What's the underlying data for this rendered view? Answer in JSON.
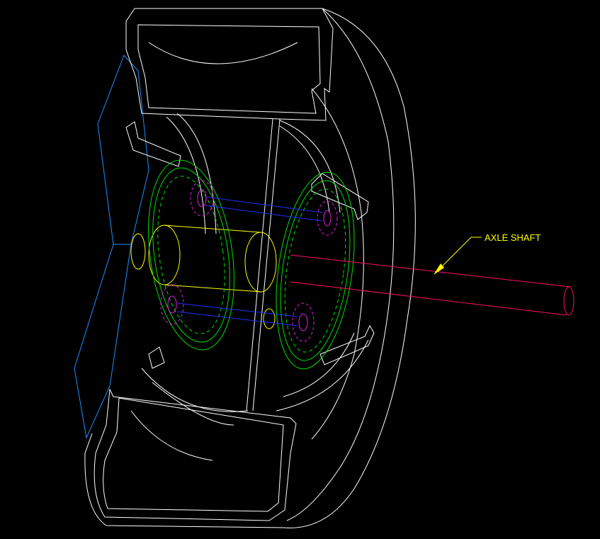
{
  "diagram": {
    "background": "#000000",
    "colors": {
      "wheel": "#ffffff",
      "frame": "#1e90ff",
      "ring_gear": "#00e000",
      "planet_gear": "#e020e0",
      "planet_pin": "#2030ff",
      "hub": "#ffff00",
      "axle": "#ff1060",
      "leader": "#ffff00"
    },
    "callout": {
      "label": "AXLE SHAFT",
      "target": "axle-shaft",
      "arrow": "leader-arrow"
    }
  }
}
